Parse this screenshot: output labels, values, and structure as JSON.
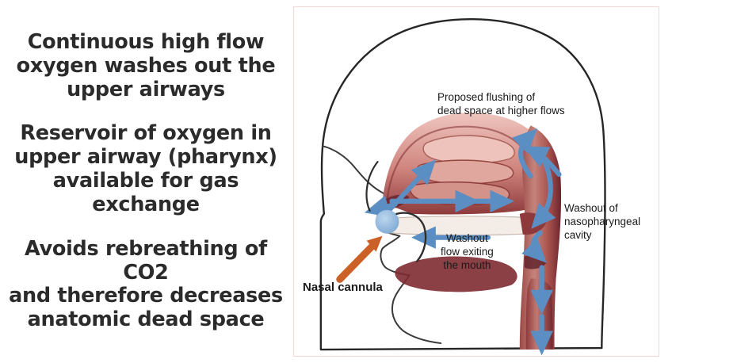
{
  "slide": {
    "bullets": [
      "Continuous high flow\noxygen washes out the\nupper airways",
      "Reservoir of oxygen in\nupper airway (pharynx)\navailable for gas\nexchange",
      "Avoids rebreathing of CO2\nand therefore decreases\nanatomic dead space"
    ]
  },
  "figure": {
    "labels": {
      "proposed_flushing": "Proposed flushing of\ndead space at higher flows",
      "nasopharyngeal_washout": "Washout of\nnasopharyngeal\ncavity",
      "mouth_washout": "Washout\nflow exiting\nthe mouth",
      "nasal_cannula": "Nasal cannula"
    },
    "colors": {
      "flow_arrow_blue": "#5b8fc4",
      "pointer_orange": "#cc6127",
      "cannula_blue": "#8fb8dc",
      "tissue_light": "#e8b4ae",
      "tissue_mid": "#c2746e",
      "tissue_deep": "#6b2530",
      "outline_ink": "#262626",
      "panel_border": "#f3d8d6",
      "text_dark": "#2b2b2b"
    }
  }
}
